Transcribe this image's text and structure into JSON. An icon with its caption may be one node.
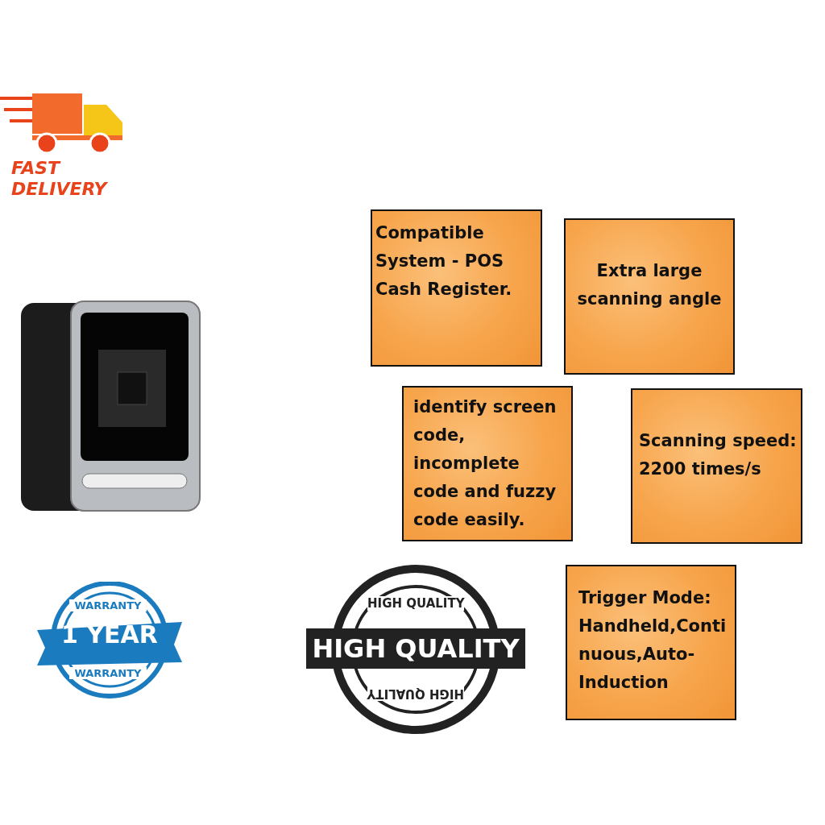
{
  "diagram": {
    "nodes": [
      {
        "text": [
          "Compatible System - POS Cash Register."
        ]
      },
      {
        "text": [
          "Extra large scanning angle"
        ]
      },
      {
        "text": [
          "identify screen code, incomplete code and fuzzy code easily."
        ]
      },
      {
        "text": [
          "Scanning speed: 2200 times/s"
        ]
      },
      {
        "text": [
          "Trigger Mode: Handheld,Continuous,Auto-Induction"
        ]
      }
    ],
    "labels": [
      "FAST DELIVERY",
      "WARRANTY",
      "1 YEAR",
      "WARRANTY",
      "HIGH QUALITY",
      "HIGH QUALITY",
      "HIGH QUALITY"
    ]
  }
}
